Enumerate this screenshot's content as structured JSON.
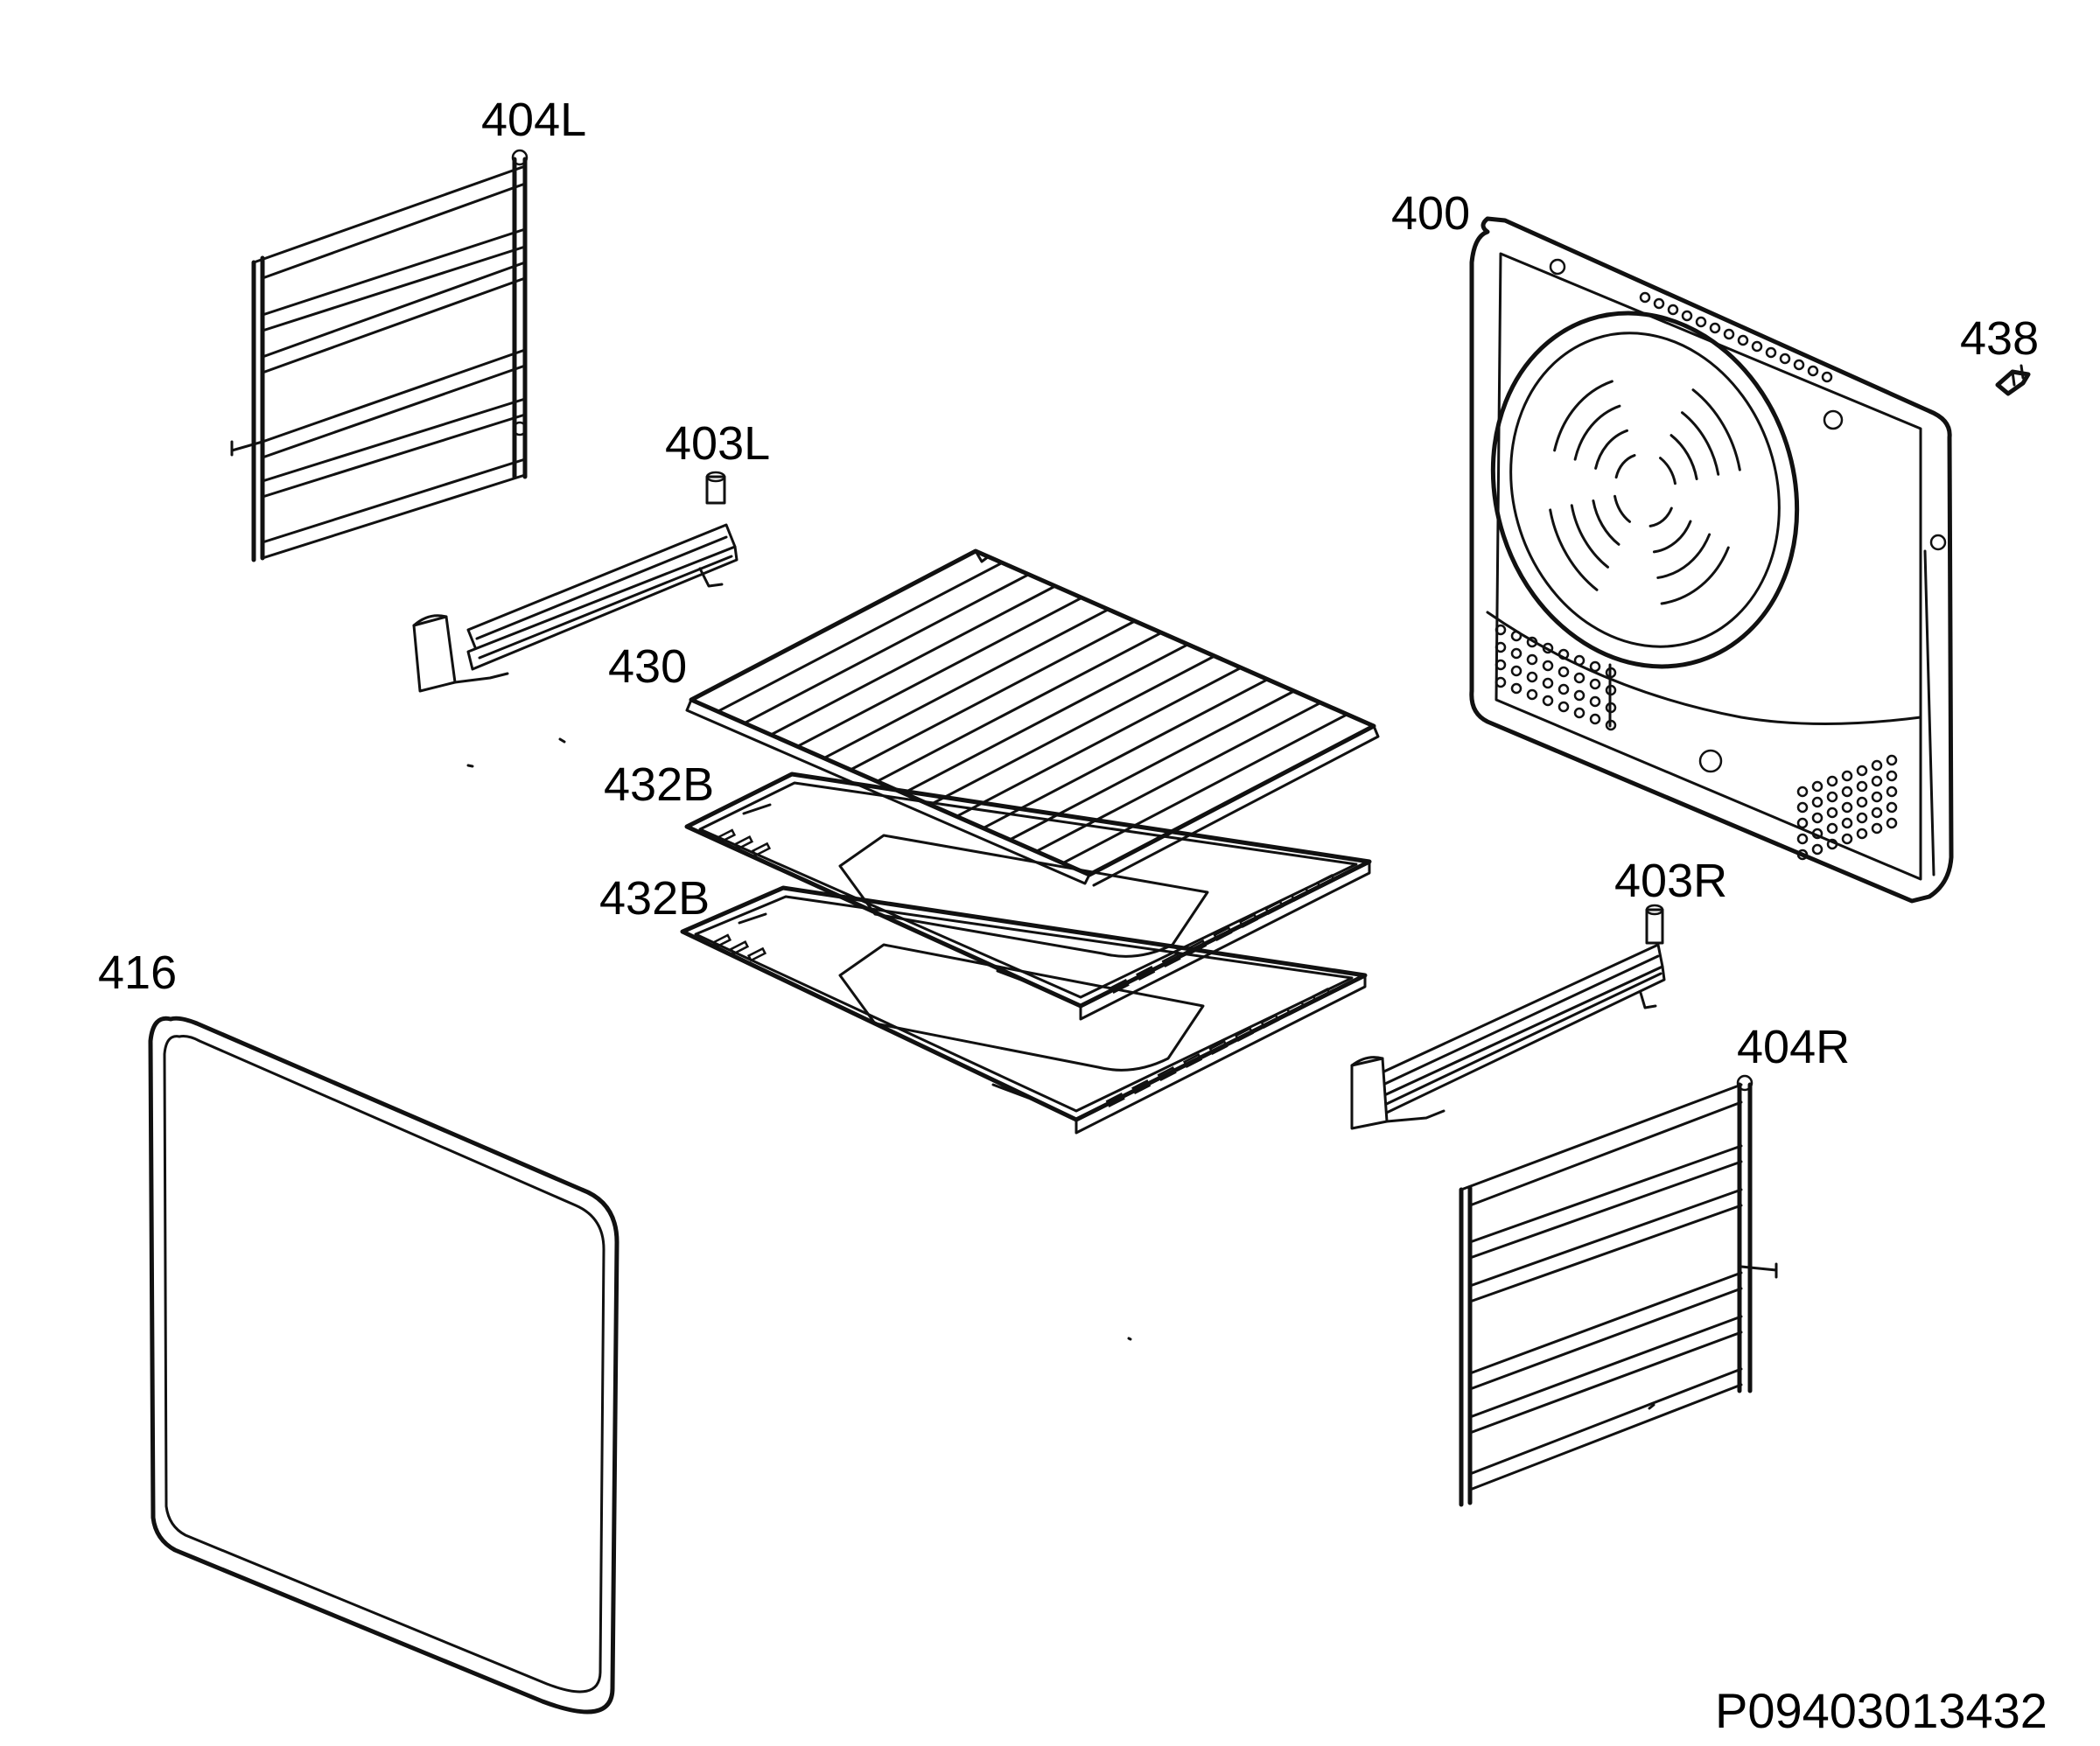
{
  "diagram": {
    "parts": [
      {
        "id": "404L",
        "label": "404L"
      },
      {
        "id": "400",
        "label": "400"
      },
      {
        "id": "438",
        "label": "438"
      },
      {
        "id": "403L",
        "label": "403L"
      },
      {
        "id": "430",
        "label": "430"
      },
      {
        "id": "432B_upper",
        "label": "432B"
      },
      {
        "id": "432B_lower",
        "label": "432B"
      },
      {
        "id": "403R",
        "label": "403R"
      },
      {
        "id": "416",
        "label": "416"
      },
      {
        "id": "404R",
        "label": "404R"
      }
    ],
    "document_id": "P09403013432"
  }
}
